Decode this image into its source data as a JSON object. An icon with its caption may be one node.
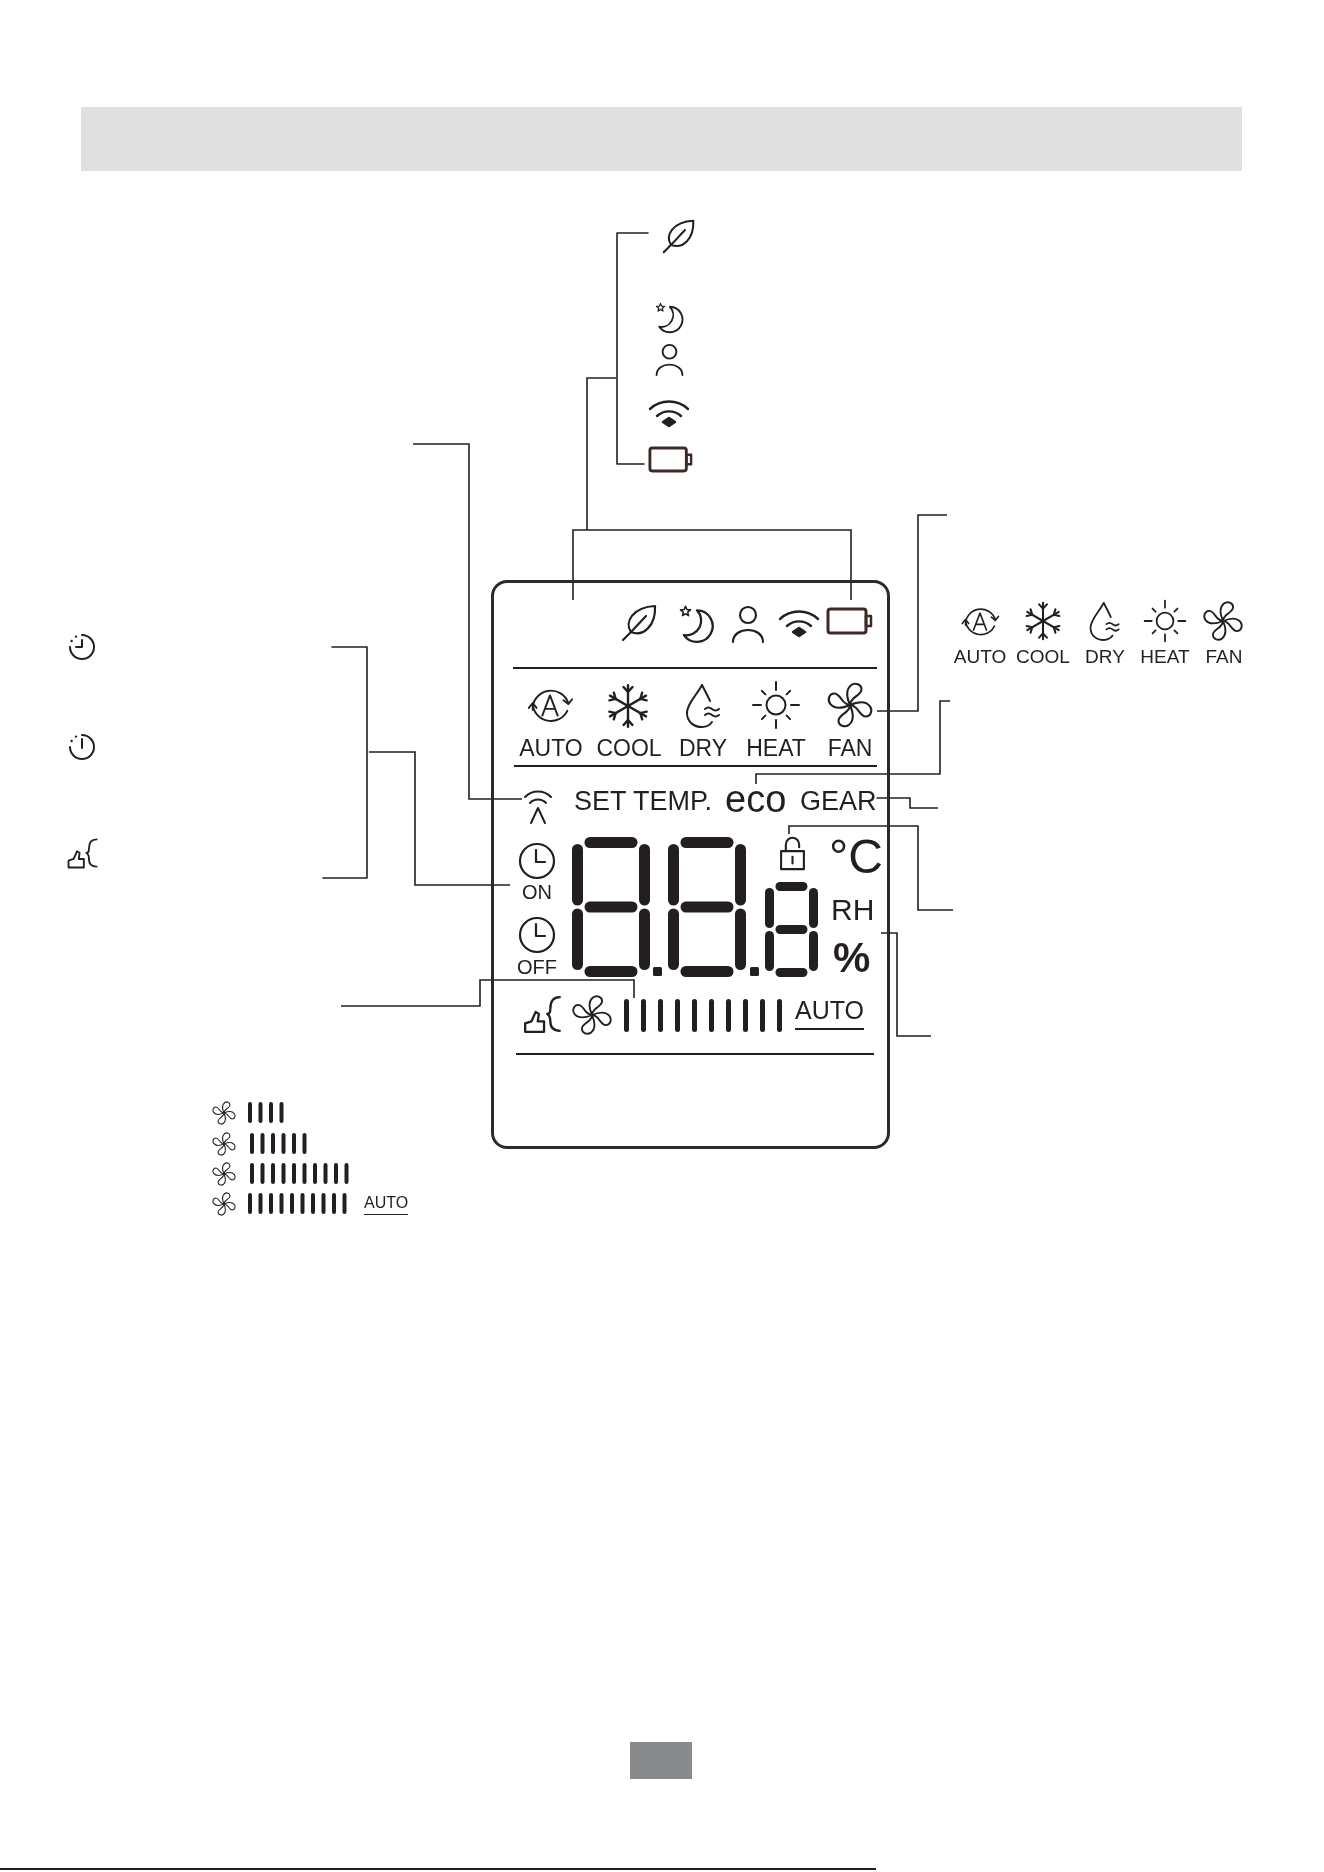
{
  "diagram": {
    "nodes": [
      {
        "text": [],
        "shape": "picture"
      },
      {
        "text": [],
        "shape": "picture"
      },
      {
        "text": [
          "AUTO",
          "COOL",
          "DRY",
          "HEAT",
          "SET TEMP.",
          "°C",
          "OFF",
          "AUTO"
        ]
      },
      {
        "text": [],
        "shape": "picture",
        "in": 2
      },
      {
        "text": [],
        "shape": "picture",
        "in": 2
      },
      {
        "text": [
          "ON"
        ],
        "in": 2
      },
      {
        "text": [],
        "shape": "picture",
        "in": 2
      },
      {
        "text": [
          "FAN"
        ],
        "in": 2
      },
      {
        "text": [
          "eco"
        ],
        "in": 2
      },
      {
        "text": [
          "GEAR"
        ],
        "in": 2
      },
      {
        "text": [],
        "shape": "picture",
        "in": 2
      },
      {
        "text": [
          "RH",
          "%"
        ],
        "in": 2
      }
    ],
    "edges": [
      {
        "from": 0,
        "to": 3,
        "arrow": "none"
      },
      {
        "from": null,
        "to": 4,
        "arrow": "none"
      },
      {
        "from": 1,
        "to": 5,
        "arrow": "none"
      },
      {
        "from": null,
        "to": 6,
        "arrow": "none"
      },
      {
        "from": null,
        "to": 7,
        "arrow": "none"
      },
      {
        "from": null,
        "to": 8,
        "arrow": "none"
      },
      {
        "from": null,
        "to": 9,
        "arrow": "none"
      },
      {
        "from": null,
        "to": 10,
        "arrow": "none"
      },
      {
        "from": null,
        "to": 11,
        "arrow": "none"
      }
    ],
    "labels": [
      "AUTO",
      "COOL",
      "DRY",
      "HEAT",
      "FAN",
      "AUTO"
    ]
  }
}
